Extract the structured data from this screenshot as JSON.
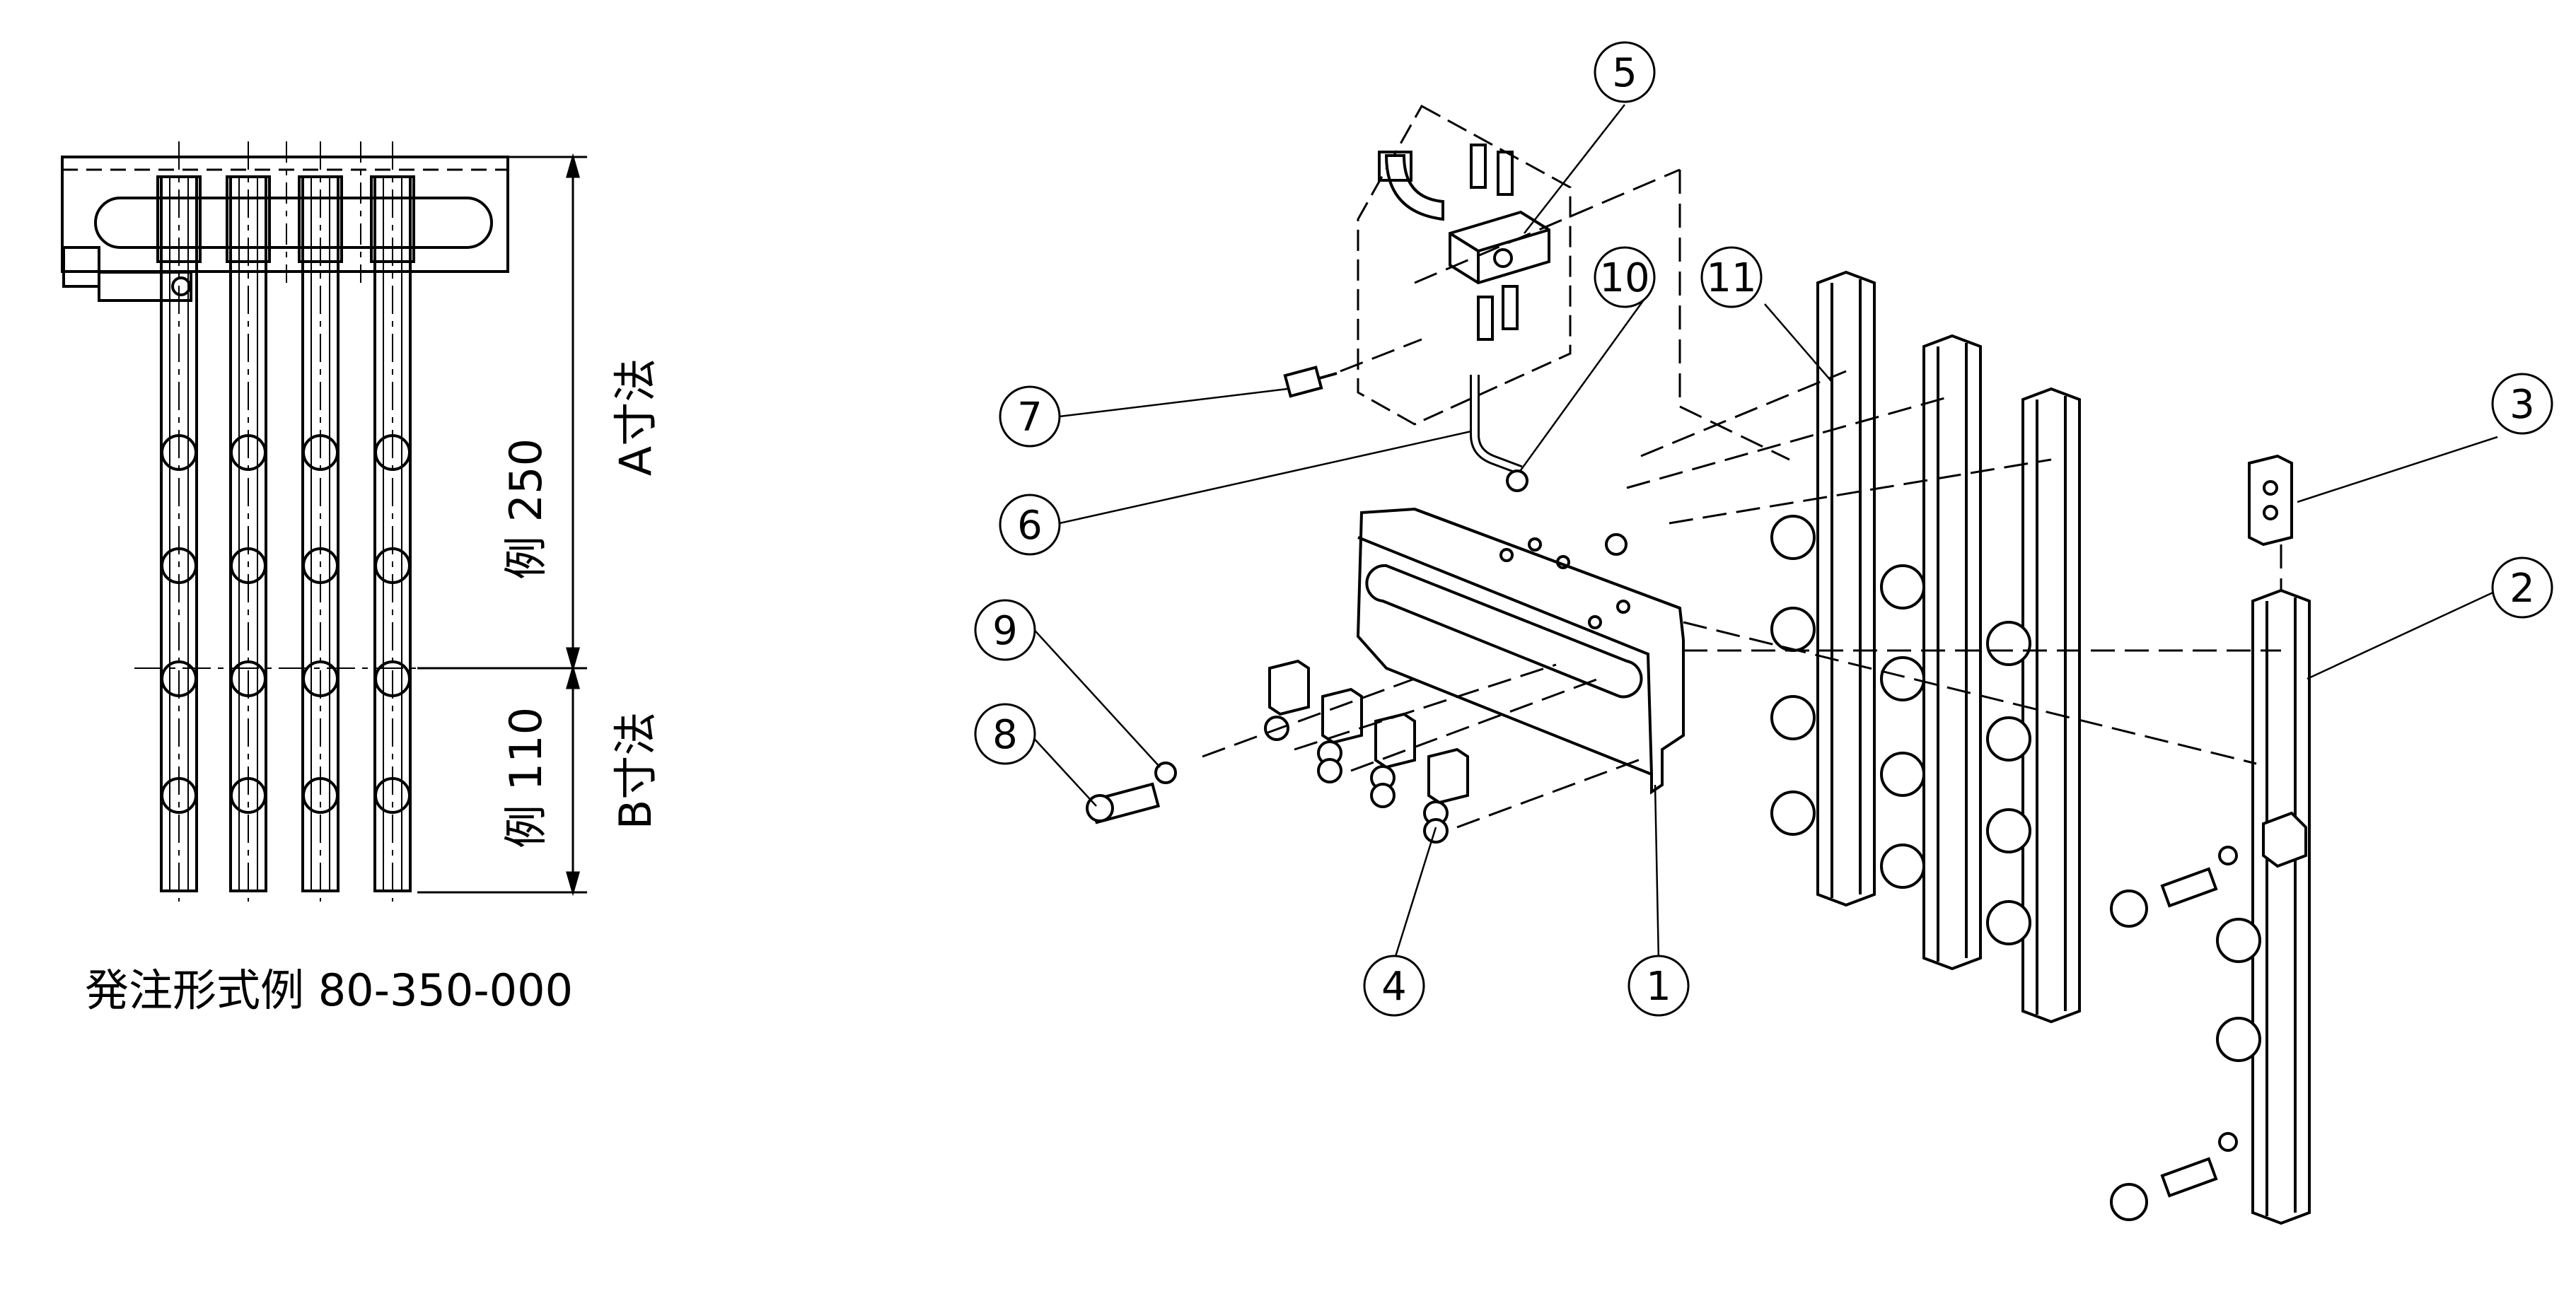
{
  "dimensions": {
    "a_value": "例 250",
    "a_label": "A寸法",
    "b_value": "例 110",
    "b_label": "B寸法"
  },
  "caption": "発注形式例 80-350-000",
  "balloons": [
    "1",
    "2",
    "3",
    "4",
    "5",
    "6",
    "7",
    "8",
    "9",
    "10",
    "11"
  ],
  "colors": {
    "line": "#000000",
    "background": "#ffffff"
  }
}
